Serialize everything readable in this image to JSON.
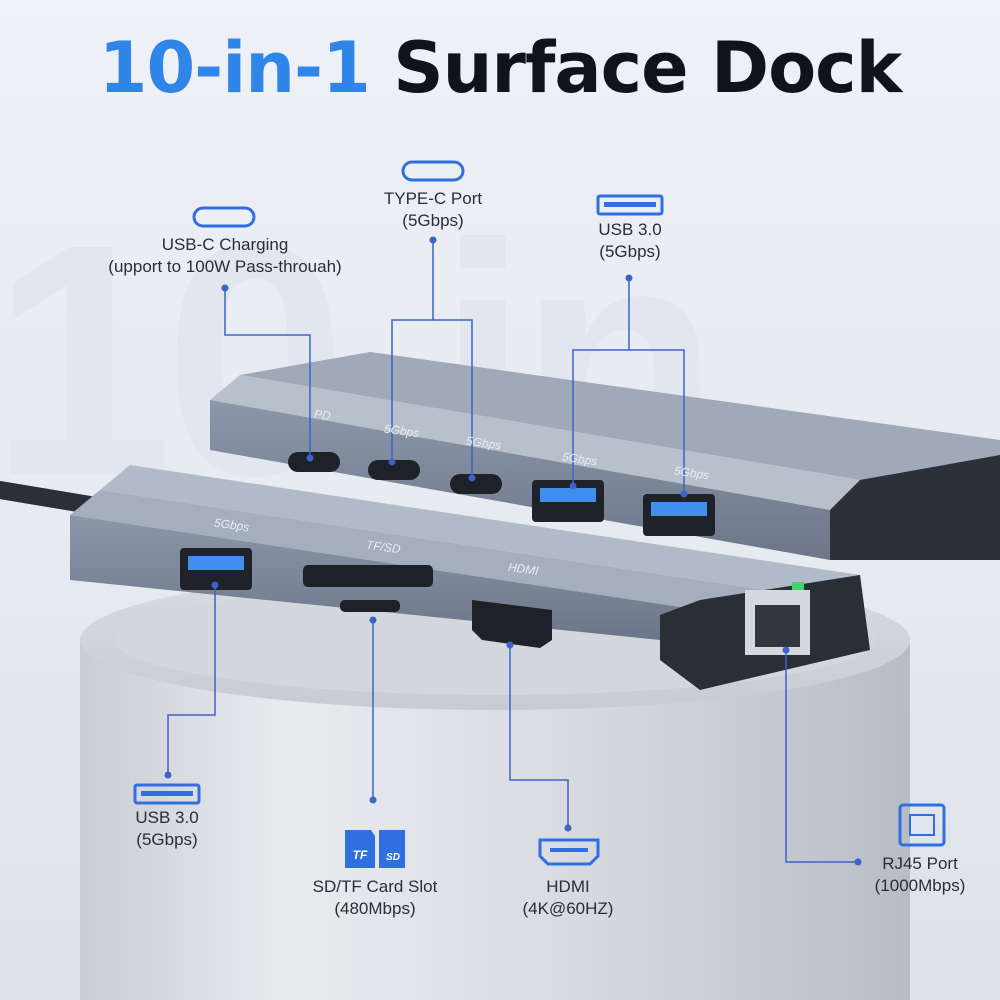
{
  "title": {
    "part1": "10-in-1",
    "part2": "Surface Dock"
  },
  "background_text": "10-in",
  "callouts": {
    "usbc_charging": {
      "line1": "USB-C Charging",
      "line2": "(upport to 100W Pass-throuah)"
    },
    "typec_port": {
      "line1": "TYPE-C Port",
      "line2": "(5Gbps)"
    },
    "usb3_top": {
      "line1": "USB 3.0",
      "line2": "(5Gbps)"
    },
    "usb3_left": {
      "line1": "USB 3.0",
      "line2": "(5Gbps)"
    },
    "sdtf": {
      "line1": "SD/TF Card Slot",
      "line2": "(480Mbps)"
    },
    "hdmi": {
      "line1": "HDMI",
      "line2": "(4K@60HZ)"
    },
    "rj45": {
      "line1": "RJ45 Port",
      "line2": "(1000Mbps)"
    }
  },
  "icons": {
    "tf": "TF",
    "sd": "SD"
  },
  "device_labels": {
    "pd": "PD",
    "c1": "5Gbps",
    "c2": "5Gbps",
    "a1": "5Gbps",
    "a2": "5Gbps",
    "a3": "5Gbps",
    "tfsd": "TF/SD",
    "hdmi": "HDMI"
  },
  "colors": {
    "accent": "#2f86e8",
    "line": "#3d63c9",
    "body": "#8a96a8"
  }
}
